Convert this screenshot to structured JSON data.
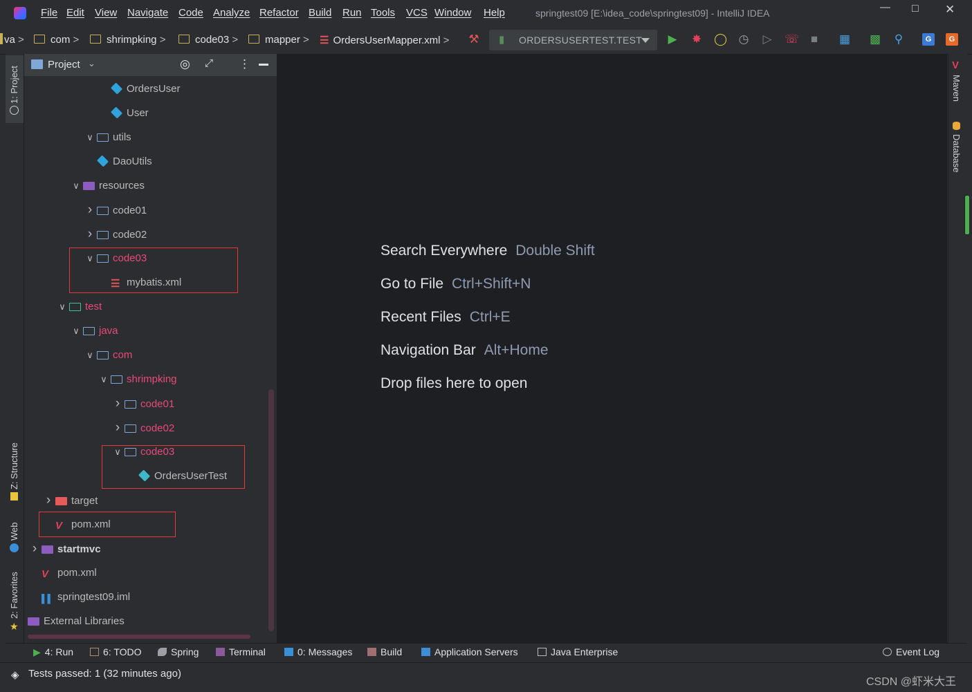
{
  "app": {
    "window_title": "springtest09 [E:\\idea_code\\springtest09] - IntelliJ IDEA"
  },
  "menu": [
    "File",
    "Edit",
    "View",
    "Navigate",
    "Code",
    "Analyze",
    "Refactor",
    "Build",
    "Run",
    "Tools",
    "VCS",
    "Window",
    "Help"
  ],
  "breadcrumbs": [
    "va",
    "com",
    "shrimpking",
    "code03",
    "mapper",
    "OrdersUserMapper.xml"
  ],
  "run_config": "ORDERSUSERTEST.TEST",
  "left_tabs": [
    "1: Project",
    "Z: Structure",
    "Web",
    "2: Favorites"
  ],
  "right_tabs": [
    "Maven",
    "Database"
  ],
  "project_panel": {
    "title": "Project",
    "tree": [
      {
        "label": "OrdersUser",
        "icon": "java-class-icon",
        "indent": 3,
        "arrow": "",
        "highlight": false
      },
      {
        "label": "User",
        "icon": "java-class-icon",
        "indent": 3,
        "arrow": "",
        "highlight": false
      },
      {
        "label": "utils",
        "icon": "package-folder-icon",
        "indent": 2,
        "arrow": "down",
        "highlight": false
      },
      {
        "label": "DaoUtils",
        "icon": "java-class-icon",
        "indent": 2,
        "arrow": "",
        "highlight": false
      },
      {
        "label": "resources",
        "icon": "resources-folder-icon",
        "indent": 1,
        "arrow": "down",
        "highlight": false
      },
      {
        "label": "code01",
        "icon": "folder-icon",
        "indent": 2,
        "arrow": "right",
        "highlight": false
      },
      {
        "label": "code02",
        "icon": "folder-icon",
        "indent": 2,
        "arrow": "right",
        "highlight": false
      },
      {
        "label": "code03",
        "icon": "folder-icon",
        "indent": 2,
        "arrow": "down",
        "highlight": true
      },
      {
        "label": "mybatis.xml",
        "icon": "xml-file-icon",
        "indent": 3,
        "arrow": "",
        "highlight": false
      },
      {
        "label": "test",
        "icon": "test-folder-icon",
        "indent": 0,
        "arrow": "down",
        "highlight": true
      },
      {
        "label": "java",
        "icon": "folder-icon",
        "indent": 1,
        "arrow": "down",
        "highlight": true
      },
      {
        "label": "com",
        "icon": "folder-icon",
        "indent": 2,
        "arrow": "down",
        "highlight": true
      },
      {
        "label": "shrimpking",
        "icon": "folder-icon",
        "indent": 3,
        "arrow": "down",
        "highlight": true
      },
      {
        "label": "code01",
        "icon": "folder-icon",
        "indent": 4,
        "arrow": "right",
        "highlight": true
      },
      {
        "label": "code02",
        "icon": "folder-icon",
        "indent": 4,
        "arrow": "right",
        "highlight": true
      },
      {
        "label": "code03",
        "icon": "folder-icon",
        "indent": 4,
        "arrow": "down",
        "highlight": true
      },
      {
        "label": "OrdersUserTest",
        "icon": "test-class-icon",
        "indent": 5,
        "arrow": "",
        "highlight": false
      },
      {
        "label": "target",
        "icon": "excluded-folder-icon",
        "indent": -1,
        "arrow": "right",
        "highlight": false
      },
      {
        "label": "pom.xml",
        "icon": "maven-icon",
        "indent": -1,
        "arrow": "",
        "highlight": false
      },
      {
        "label": "startmvc",
        "icon": "module-folder-icon",
        "indent": -2,
        "arrow": "right",
        "highlight": false,
        "bold": true
      },
      {
        "label": "pom.xml",
        "icon": "maven-icon",
        "indent": -2,
        "arrow": "",
        "highlight": false
      },
      {
        "label": "springtest09.iml",
        "icon": "iml-file-icon",
        "indent": -2,
        "arrow": "",
        "highlight": false
      },
      {
        "label": "External Libraries",
        "icon": "libraries-icon",
        "indent": -3,
        "arrow": "",
        "highlight": false
      }
    ]
  },
  "editor_hints": [
    {
      "action": "Search Everywhere",
      "key": "Double Shift"
    },
    {
      "action": "Go to File",
      "key": "Ctrl+Shift+N"
    },
    {
      "action": "Recent Files",
      "key": "Ctrl+E"
    },
    {
      "action": "Navigation Bar",
      "key": "Alt+Home"
    },
    {
      "action": "Drop files here to open",
      "key": ""
    }
  ],
  "bottom_tabs": [
    "4: Run",
    "6: TODO",
    "Spring",
    "Terminal",
    "0: Messages",
    "Build",
    "Application Servers",
    "Java Enterprise"
  ],
  "event_log": "Event Log",
  "status_text": "Tests passed: 1 (32 minutes ago)",
  "watermark": "CSDN @虾米大王"
}
